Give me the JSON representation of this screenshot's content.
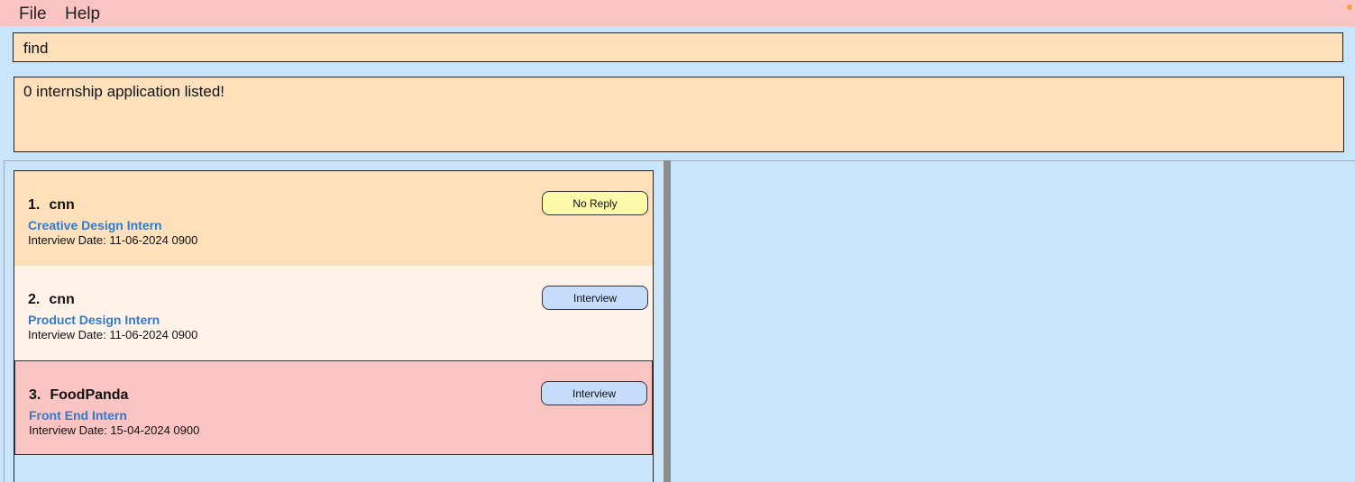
{
  "menubar": {
    "file_label": "File",
    "help_label": "Help"
  },
  "command": {
    "value": "find"
  },
  "result": {
    "message": "0 internship application listed!"
  },
  "applications": [
    {
      "index": "1.",
      "company": "cnn",
      "role": "Creative Design Intern",
      "date": "Interview Date: 11-06-2024 0900",
      "status": "No Reply",
      "card_color": "#fee0bb",
      "badge_color": "#fcf9aa"
    },
    {
      "index": "2.",
      "company": "cnn",
      "role": "Product Design Intern",
      "date": "Interview Date: 11-06-2024 0900",
      "status": "Interview",
      "card_color": "#fff3e9",
      "badge_color": "#c5dcfa"
    },
    {
      "index": "3.",
      "company": "FoodPanda",
      "role": "Front End Intern",
      "date": "Interview Date: 15-04-2024 0900",
      "status": "Interview",
      "card_color": "#f9c4c2",
      "badge_color": "#c5dcfa"
    }
  ],
  "colors": {
    "menubar": "#f9c4c2",
    "background": "#c9e5fb",
    "box": "#fee0bb",
    "role_text": "#2d7bd3"
  }
}
